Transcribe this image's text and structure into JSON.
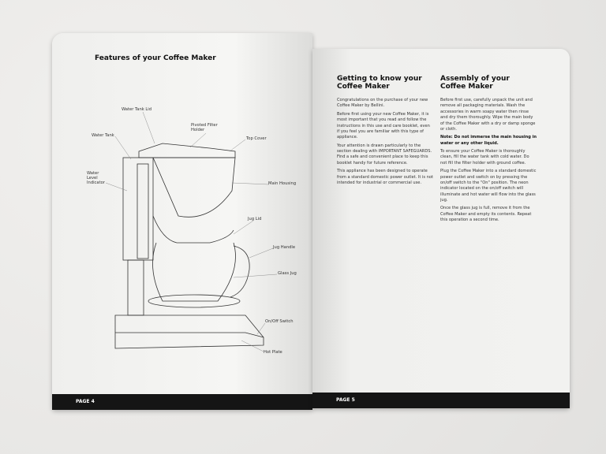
{
  "left_page": {
    "title": "Features of your Coffee Maker",
    "page_label": "PAGE 4",
    "labels": {
      "water_tank_lid": "Water Tank Lid",
      "pivoted_filter_holder": "Pivoted Filter Holder",
      "water_tank": "Water Tank",
      "top_cover": "Top Cover",
      "water_level_indicator": "Water Level Indicator",
      "main_housing": "Main Housing",
      "jug_lid": "Jug Lid",
      "jug_handle": "Jug Handle",
      "glass_jug": "Glass Jug",
      "on_off_switch": "On/Off Switch",
      "hot_plate": "Hot Plate"
    }
  },
  "right_page": {
    "page_label": "PAGE 5",
    "getting_to_know": {
      "title": "Getting to know your Coffee Maker",
      "paragraphs": [
        "Congratulations on the purchase of your new Coffee Maker by Bellini.",
        "Before first using your new Coffee Maker, it is most important that you read and follow the instructions in this use and care booklet, even if you feel you are familiar with this type of appliance.",
        "Your attention is drawn particularly to the section dealing with IMPORTANT SAFEGUARDS. Find a safe and convenient place to keep this booklet handy for future reference.",
        "This appliance has been designed to operate from a standard domestic power outlet. It is not intended for industrial or commercial use."
      ]
    },
    "assembly": {
      "title": "Assembly of your Coffee Maker",
      "p1": "Before first use, carefully unpack the unit and remove all packaging materials. Wash the accessories in warm soapy water then rinse and dry them thoroughly. Wipe the main body of the Coffee Maker with a dry or damp sponge or cloth.",
      "note": "Note: Do not immerse the main housing in water or any other liquid.",
      "p2": "To ensure your Coffee Maker is thoroughly clean, fill the water tank with cold water. Do not fill the filter holder with ground coffee.",
      "p3": "Plug the Coffee Maker into a standard domestic power outlet and switch on by pressing the on/off switch to the \"On\" position. The neon indicator located on the on/off switch will illuminate and hot water will flow into the glass jug.",
      "p4": "Once the glass jug is full, remove it from the Coffee Maker and empty its contents. Repeat this operation a second time."
    }
  }
}
